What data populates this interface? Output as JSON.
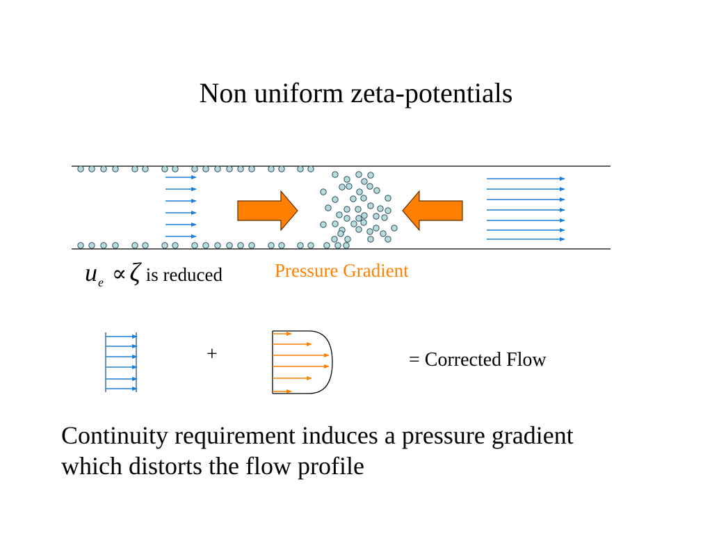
{
  "slide": {
    "title": "Non uniform zeta-potentials"
  },
  "equation": {
    "u_symbol": "u",
    "subscript": "e",
    "proportional_symbol": "∝",
    "zeta_symbol": "ζ",
    "text": "is reduced"
  },
  "pressure_label": "Pressure Gradient",
  "profile_sum": {
    "plus_sign": "+",
    "result_label": "=  Corrected Flow"
  },
  "caption": {
    "line1": "Continuity requirement induces a pressure gradient",
    "line2": "which distorts the flow profile"
  },
  "colors": {
    "blue_arrow": "#1a7fd6",
    "orange_arrow": "#ff7f00",
    "particle_fill": "#b7dcdc",
    "particle_stroke": "#2c4c5c",
    "wall": "#000000",
    "profile_outline_blue": "#1f4f8f"
  }
}
